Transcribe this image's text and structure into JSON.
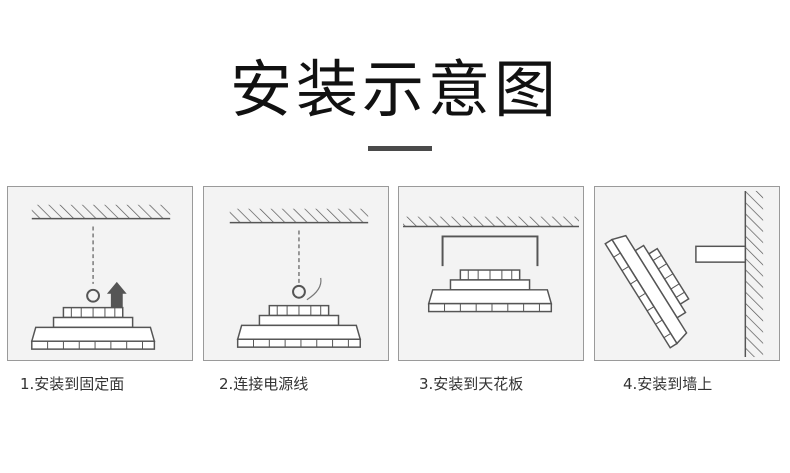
{
  "heading": "安装示意图",
  "steps": [
    {
      "caption": "1.安装到固定面"
    },
    {
      "caption": "2.连接电源线"
    },
    {
      "caption": "3.安装到天花板"
    },
    {
      "caption": "4.安装到墙上"
    }
  ]
}
